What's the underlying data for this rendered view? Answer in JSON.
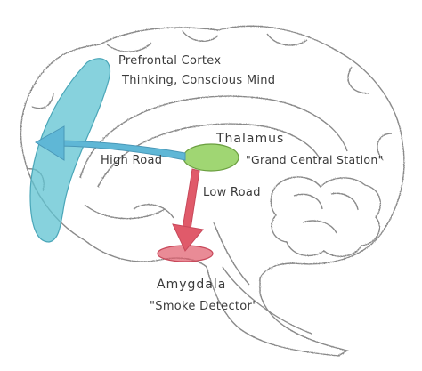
{
  "diagram": {
    "regions": [
      {
        "key": "prefrontal",
        "title": "Prefrontal Cortex",
        "subtitle": "Thinking, Conscious Mind",
        "color": "#5fc3d2"
      },
      {
        "key": "thalamus",
        "title": "Thalamus",
        "subtitle": "\"Grand Central Station\"",
        "color": "#8fcf5a"
      },
      {
        "key": "amygdala",
        "title": "Amygdala",
        "subtitle": "\"Smoke Detector\"",
        "color": "#e05a6a"
      }
    ],
    "pathways": [
      {
        "key": "high_road",
        "label": "High Road",
        "color": "#5fb7d6"
      },
      {
        "key": "low_road",
        "label": "Low Road",
        "color": "#e05a6a"
      }
    ],
    "outline_color": "#8a8a8a"
  }
}
